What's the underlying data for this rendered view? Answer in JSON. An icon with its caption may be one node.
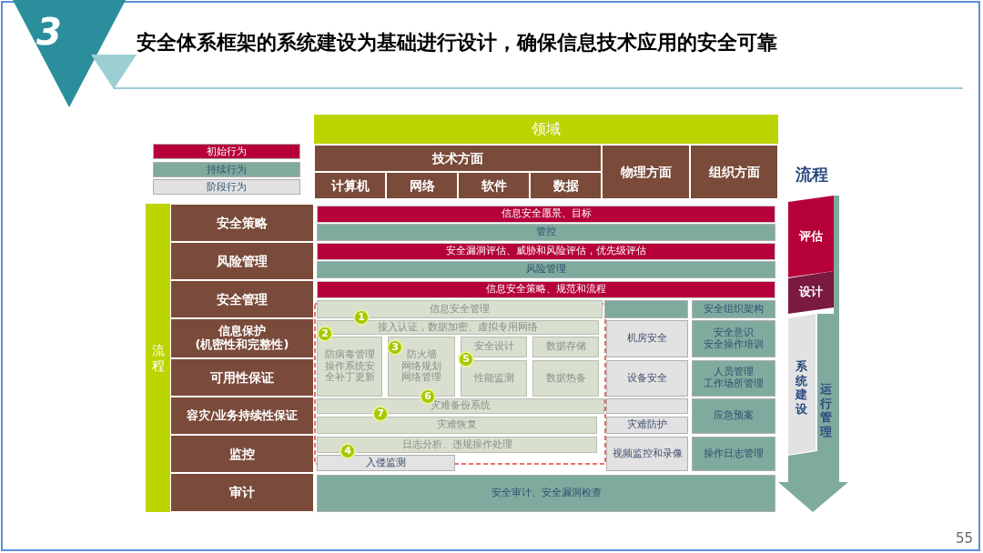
{
  "diagram": {
    "title": "安全体系框架的系统建设为基础进行设计，确保信息技术应用的安全可靠",
    "nodes": [
      {
        "text": [
          "领域"
        ]
      },
      {
        "text": [
          "技术方面"
        ]
      },
      {
        "text": [
          "计算机"
        ]
      },
      {
        "text": [
          "网络"
        ]
      },
      {
        "text": [
          "软件"
        ]
      },
      {
        "text": [
          "数据"
        ]
      },
      {
        "text": [
          "物理方面"
        ]
      },
      {
        "text": [
          "组织方面"
        ]
      },
      {
        "text": [
          "流程"
        ]
      },
      {
        "text": [
          "安全策略"
        ]
      },
      {
        "text": [
          "风险管理"
        ]
      },
      {
        "text": [
          "安全管理"
        ]
      },
      {
        "text": [
          "信息保护 (机密性和完整性)"
        ]
      },
      {
        "text": [
          "可用性保证"
        ]
      },
      {
        "text": [
          "容灾/业务持续性保证"
        ]
      },
      {
        "text": [
          "监控"
        ]
      },
      {
        "text": [
          "审计"
        ]
      },
      {
        "text": [
          "信息安全愿景、目标"
        ]
      },
      {
        "text": [
          "管控"
        ]
      },
      {
        "text": [
          "安全漏洞评估、威胁和风险评估，优先级评估"
        ]
      },
      {
        "text": [
          "风险管理"
        ]
      },
      {
        "text": [
          "信息安全策略、规范和流程"
        ]
      },
      {
        "text": [
          "信息安全管理"
        ]
      },
      {
        "text": [],
        "shape": "box"
      },
      {
        "text": [
          "安全组织架构"
        ]
      },
      {
        "text": [
          "接入认证，数据加密、虚拟专用网络"
        ]
      },
      {
        "text": [
          "机房安全"
        ]
      },
      {
        "text": [
          "安全意识",
          "安全操作培训"
        ]
      },
      {
        "text": [
          "防病毒管理操作系统安全补丁更新"
        ]
      },
      {
        "text": [
          "防火墙",
          "网络规划",
          "网络管理"
        ]
      },
      {
        "text": [
          "安全设计"
        ]
      },
      {
        "text": [
          "数据存储"
        ]
      },
      {
        "text": [
          "设备安全"
        ]
      },
      {
        "text": [
          "人员管理",
          "工作场所管理"
        ]
      },
      {
        "text": [
          "性能监测"
        ]
      },
      {
        "text": [
          "数据热备"
        ]
      },
      {
        "text": [
          "灾难备份系统"
        ]
      },
      {
        "text": [],
        "shape": "box"
      },
      {
        "text": [
          "应急预案"
        ]
      },
      {
        "text": [
          "灾难恢复"
        ]
      },
      {
        "text": [
          "灾难防护"
        ]
      },
      {
        "text": [
          "日志分析、违规操作处理"
        ]
      },
      {
        "text": [
          "视频监控和录像"
        ]
      },
      {
        "text": [
          "操作日志管理"
        ]
      },
      {
        "text": [
          "入侵监测"
        ]
      },
      {
        "text": [
          "安全审计、安全漏洞检查"
        ]
      },
      {
        "text": [
          "1"
        ]
      },
      {
        "text": [
          "2"
        ]
      },
      {
        "text": [
          "3"
        ],
        "in": 29
      },
      {
        "text": [
          "5"
        ]
      },
      {
        "text": [
          "6"
        ]
      },
      {
        "text": [
          "7"
        ]
      },
      {
        "text": [
          "4"
        ]
      },
      {
        "text": [
          "评估"
        ]
      },
      {
        "text": [
          "设计"
        ]
      },
      {
        "text": [
          "系统建设"
        ],
        "in": 56
      },
      {
        "text": [
          "运行管理"
        ]
      }
    ],
    "labels": [
      "3",
      "流程",
      "55"
    ],
    "legend": [
      {
        "text": "初始行为",
        "color": "#b5003a"
      },
      {
        "text": "持续行为",
        "color": "#7faa9e"
      },
      {
        "text": "阶段行为",
        "color": "#e2e2e2"
      }
    ]
  }
}
